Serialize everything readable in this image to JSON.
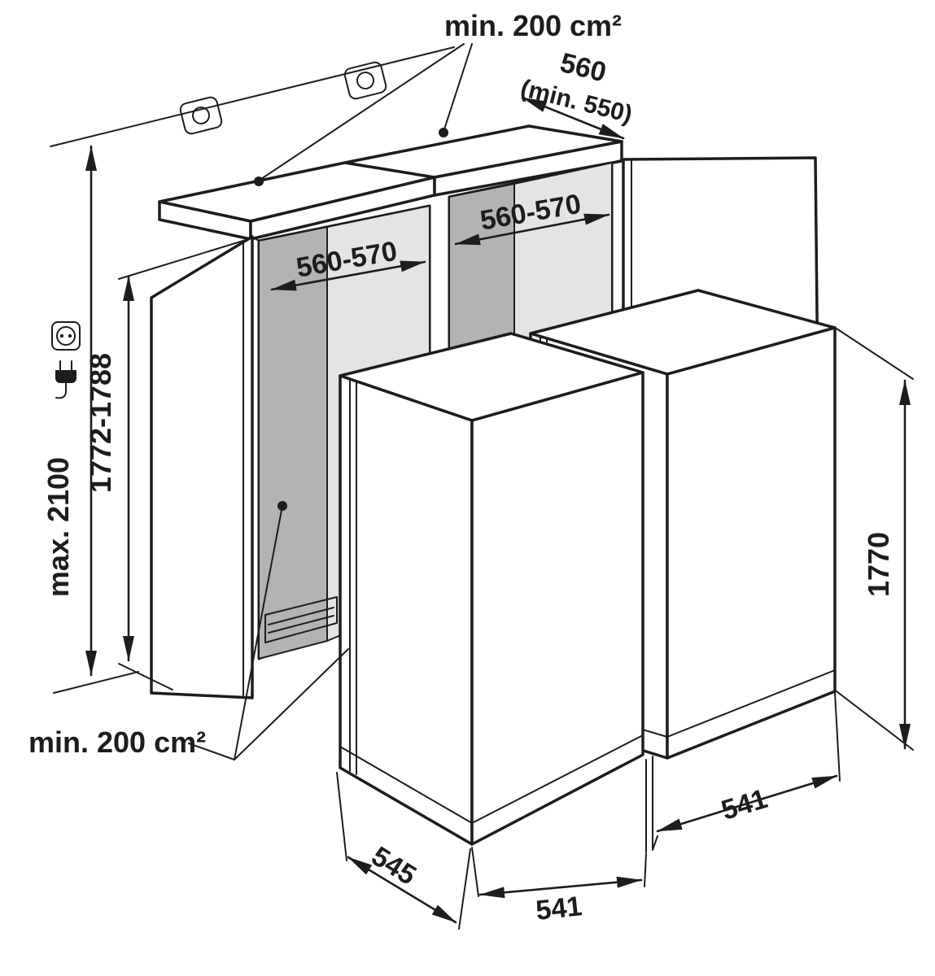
{
  "diagram": {
    "annotations": {
      "top_ventilation": "min. 200 cm²",
      "bottom_ventilation": "min. 200 cm²",
      "top_depth": "560",
      "top_depth_min": "(min. 550)",
      "left_niche_width": "560-570",
      "right_niche_width": "560-570",
      "niche_height_range": "1772-1788",
      "max_overall_height": "max. 2100",
      "appliance_height": "1770",
      "appliance_depth": "545",
      "left_appliance_width": "541",
      "right_appliance_width": "541"
    },
    "icons": {
      "socket": "power-socket-icon",
      "plug": "power-plug-icon",
      "bracket": "wall-bracket-icon"
    },
    "colors": {
      "line": "#1d1d1b",
      "interior_mid": "#d7d7d7",
      "interior_dark": "#b3b3b3",
      "interior_light": "#e4e4e4",
      "background": "#ffffff"
    }
  }
}
